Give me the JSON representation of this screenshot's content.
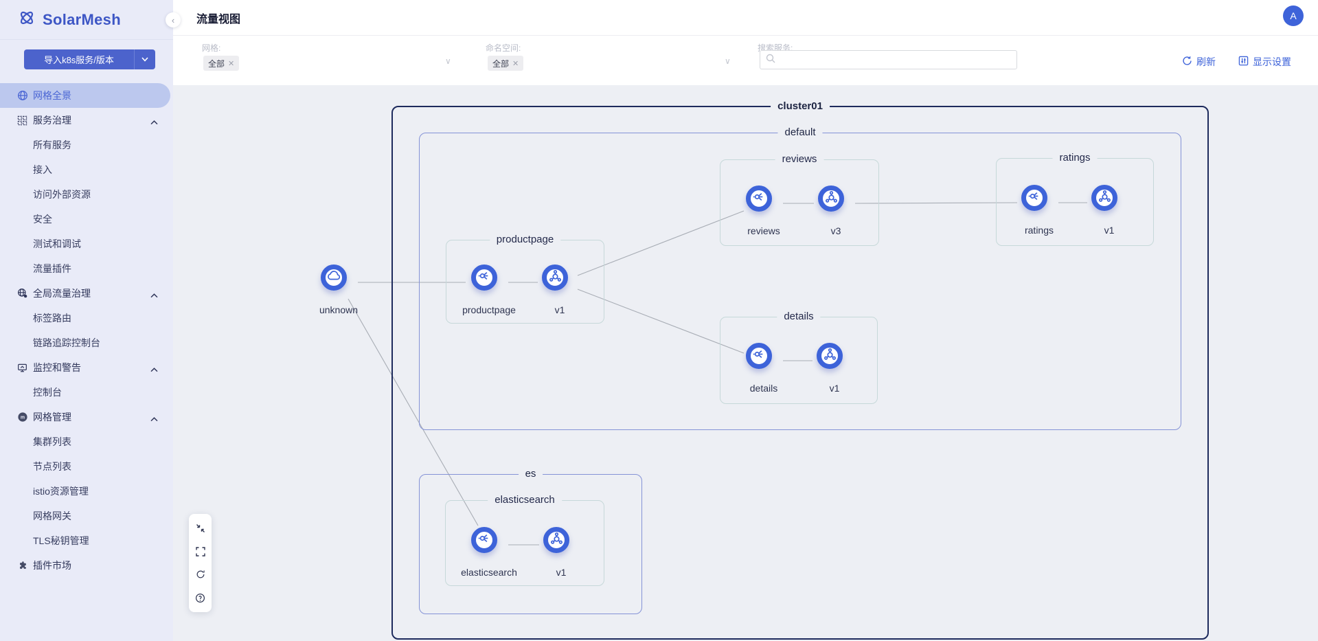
{
  "app": {
    "name": "SolarMesh",
    "logo_icon": "mesh-knot-icon"
  },
  "sidebar": {
    "import_button": {
      "label": "导入k8s服务/版本",
      "caret_icon": "chevron-down-icon"
    },
    "items": [
      {
        "label": "网格全景",
        "type": "top",
        "icon": "globe-icon",
        "active": true
      },
      {
        "label": "服务治理",
        "type": "section",
        "icon": "services-icon",
        "expanded": true
      },
      {
        "label": "所有服务",
        "type": "sub"
      },
      {
        "label": "接入",
        "type": "sub"
      },
      {
        "label": "访问外部资源",
        "type": "sub"
      },
      {
        "label": "安全",
        "type": "sub"
      },
      {
        "label": "测试和调试",
        "type": "sub"
      },
      {
        "label": "流量插件",
        "type": "sub"
      },
      {
        "label": "全局流量治理",
        "type": "section",
        "icon": "global-traffic-icon",
        "expanded": true
      },
      {
        "label": "标签路由",
        "type": "sub"
      },
      {
        "label": "链路追踪控制台",
        "type": "sub"
      },
      {
        "label": "监控和警告",
        "type": "section",
        "icon": "monitor-alert-icon",
        "expanded": true
      },
      {
        "label": "控制台",
        "type": "sub"
      },
      {
        "label": "网格管理",
        "type": "section",
        "icon": "mesh-management-icon",
        "expanded": true
      },
      {
        "label": "集群列表",
        "type": "sub"
      },
      {
        "label": "节点列表",
        "type": "sub"
      },
      {
        "label": "istio资源管理",
        "type": "sub"
      },
      {
        "label": "网格网关",
        "type": "sub"
      },
      {
        "label": "TLS秘钥管理",
        "type": "sub"
      },
      {
        "label": "插件市场",
        "type": "top",
        "icon": "plugin-market-icon"
      }
    ]
  },
  "header": {
    "title": "流量视图",
    "avatar_text": "A"
  },
  "filters": {
    "mesh": {
      "label": "网格:",
      "selected": "全部"
    },
    "namespace": {
      "label": "命名空间:",
      "selected": "全部"
    },
    "search": {
      "label": "搜索服务:",
      "value": "",
      "placeholder": ""
    },
    "refresh_label": "刷新",
    "display_settings_label": "显示设置"
  },
  "topology": {
    "cluster": {
      "label": "cluster01"
    },
    "namespaces": {
      "default_ns": {
        "label": "default"
      },
      "es_ns": {
        "label": "es"
      }
    },
    "groups": {
      "productpage": {
        "label": "productpage"
      },
      "reviews": {
        "label": "reviews"
      },
      "ratings": {
        "label": "ratings"
      },
      "details": {
        "label": "details"
      },
      "elasticsearch": {
        "label": "elasticsearch"
      }
    },
    "nodes": {
      "unknown": {
        "label": "unknown",
        "kind": "external"
      },
      "pp_svc": {
        "label": "productpage",
        "kind": "service"
      },
      "pp_v1": {
        "label": "v1",
        "kind": "workload"
      },
      "rv_svc": {
        "label": "reviews",
        "kind": "service"
      },
      "rv_v3": {
        "label": "v3",
        "kind": "workload"
      },
      "rt_svc": {
        "label": "ratings",
        "kind": "service"
      },
      "rt_v1": {
        "label": "v1",
        "kind": "workload"
      },
      "dt_svc": {
        "label": "details",
        "kind": "service"
      },
      "dt_v1": {
        "label": "v1",
        "kind": "workload"
      },
      "es_svc": {
        "label": "elasticsearch",
        "kind": "service"
      },
      "es_v1": {
        "label": "v1",
        "kind": "workload"
      }
    },
    "edges": [
      {
        "from": "unknown",
        "to": "pp_svc"
      },
      {
        "from": "pp_svc",
        "to": "pp_v1"
      },
      {
        "from": "pp_v1",
        "to": "rv_svc"
      },
      {
        "from": "pp_v1",
        "to": "dt_svc"
      },
      {
        "from": "rv_svc",
        "to": "rv_v3"
      },
      {
        "from": "rv_v3",
        "to": "rt_svc"
      },
      {
        "from": "rt_svc",
        "to": "rt_v1"
      },
      {
        "from": "dt_svc",
        "to": "dt_v1"
      },
      {
        "from": "unknown",
        "to": "es_svc"
      },
      {
        "from": "es_svc",
        "to": "es_v1"
      }
    ],
    "toolbar_icons": [
      "compress-icon",
      "fullscreen-icon",
      "reload-icon",
      "help-icon"
    ]
  },
  "colors": {
    "accent_blue": "#3e63d9",
    "node_ring": "#3d63d9",
    "cluster_border": "#1d2a5c",
    "namespace_border": "#8492d6",
    "group_border": "#c6d8d9",
    "sidebar_bg": "#e9ebf8",
    "active_pill_bg": "#bcc8ee",
    "canvas_bg": "#edeff4",
    "edge_gray": "#a8adb5"
  }
}
